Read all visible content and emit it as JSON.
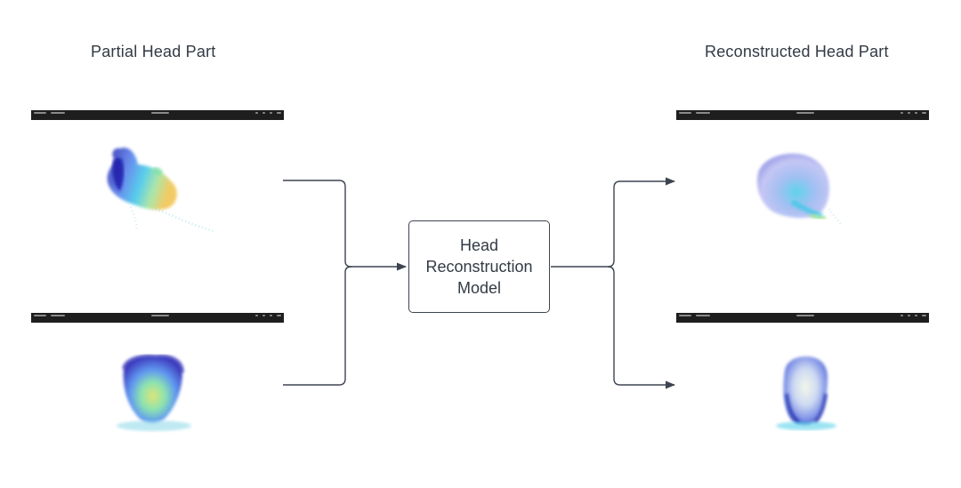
{
  "headings": {
    "left": "Partial Head Part",
    "right": "Reconstructed Head Part"
  },
  "model": {
    "label": "Head\nReconstruction\nModel"
  },
  "colors": {
    "stroke": "#3d4450",
    "text": "#333a44",
    "viewer_bar": "#1e1e1e",
    "cloud_palette": [
      "#1f1aa8",
      "#3b44d8",
      "#4f8df0",
      "#37c9e6",
      "#7fe0a8",
      "#d9e36a",
      "#f0c24a"
    ]
  },
  "panels": [
    {
      "id": "partial-top",
      "view": "side"
    },
    {
      "id": "partial-bottom",
      "view": "front"
    },
    {
      "id": "reconstructed-top",
      "view": "side"
    },
    {
      "id": "reconstructed-bottom",
      "view": "front"
    }
  ]
}
